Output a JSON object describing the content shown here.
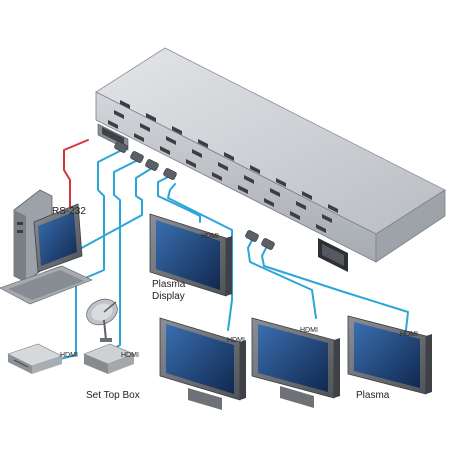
{
  "labels": {
    "rs232": "RS-232",
    "plasma_display": [
      "Plasma",
      "Display"
    ],
    "set_top_box": "Set Top Box",
    "plasma_bottom": "Plasma",
    "hdmi": "HDMI"
  },
  "colors": {
    "cable_hdmi": "#2aa6d8",
    "cable_rs232": "#d9343a",
    "device_body": "#c9cccf",
    "device_dark": "#6f7378",
    "screen": "#1b3d73"
  },
  "icons": [
    "pc-icon",
    "satellite-dish-icon",
    "set-top-box-icon",
    "dvd-player-icon",
    "plasma-display-icon",
    "matrix-switcher-icon",
    "power-socket-icon"
  ]
}
